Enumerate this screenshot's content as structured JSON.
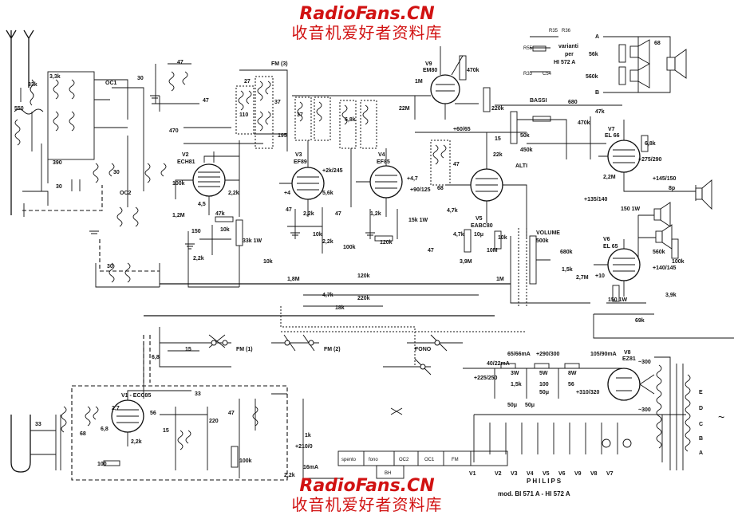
{
  "watermark": {
    "brand": "RadioFans.CN",
    "cn": "收音机爱好者资料库",
    "color": "#d11212"
  },
  "tubes": {
    "v1": "V1 - ECC85",
    "v2": "V2",
    "v2_type": "ECH81",
    "v3": "V3",
    "v3_type": "EF89",
    "v4": "V4",
    "v4_type": "EF85",
    "v5": "V5",
    "v5_type": "EABC80",
    "v6": "V6",
    "v6_type": "EL 65",
    "v7": "V7",
    "v7_type": "EL 66",
    "v8": "V8",
    "v8_type": "EZ81",
    "v9": "V9",
    "v9_type": "EM80"
  },
  "coils": {
    "oc1": "OC1",
    "oc2": "OC2",
    "fm3": "FM (3)",
    "fm1": "FM (1)",
    "fm2": "FM (2)",
    "fono": "FONO"
  },
  "controls": {
    "bassi": "BASSI",
    "alti": "ALTI",
    "volume": "VOLUME",
    "varianti": "varianti",
    "per": "per",
    "hi572a": "HI 572 A"
  },
  "switch_table": [
    "spento",
    "fono",
    "OC2",
    "OC1",
    "FM"
  ],
  "switch_table_bottom": "BH",
  "ps_labels": {
    "a": "65/66mA",
    "b": "+290/300",
    "c": "105/90mA",
    "d": "40/22mA",
    "e": "+225/250",
    "f": "+310/320",
    "g": "3W",
    "h": "50μ",
    "i": "5W",
    "j": "8W",
    "k": "50μ",
    "l": "50μ",
    "m": "~300",
    "n": "~300"
  },
  "transformer_taps": [
    "E",
    "D",
    "C",
    "B",
    "A"
  ],
  "heater_labels": [
    "V1",
    "V2",
    "V3",
    "V4",
    "V5",
    "V6",
    "V9",
    "V8",
    "V7"
  ],
  "philips": {
    "brand": "PHILIPS",
    "model": "mod. BI 571 A  -  HI 572 A"
  },
  "speaker_terms": [
    "A",
    "B"
  ],
  "values": {
    "r_33k": "33k",
    "r_3_3k": "3,3k",
    "c_550": "550",
    "c_390": "390",
    "c_30a": "30",
    "c_30b": "30",
    "c_47": "47",
    "c_470": "470",
    "r_100k": "100k",
    "c_22": "22",
    "c_30c": "30",
    "c_30d": "30",
    "r_1_2m": "1,2M",
    "r_47k": "47k",
    "r_4_5": "4,5",
    "c_150": "150",
    "r_10k": "10k",
    "c_2_2k": "2,2k",
    "r_33k1w": "33k 1W",
    "r_2_2k": "2,2k",
    "r_47k2": "47k",
    "r_10k2": "10k",
    "c_195": "195",
    "c_27": "27",
    "c_110": "110",
    "c_37": "37",
    "r_1m": "1M",
    "r_22m": "22M",
    "r_220k": "220k",
    "c_37b": "37",
    "c_195b": "195",
    "r_6_8k": "6,8k",
    "r_2k": "+2k/245",
    "c_90": "+90/125",
    "r_4_7": "+4,7",
    "r_5_6k": "5,6k",
    "r_1_2k": "1,2k",
    "r_15k": "15k 1W",
    "r_120k": "120k",
    "r_100kb": "100k",
    "r_220kb": "220k",
    "r_1_8m": "1,8M",
    "c_4_7k": "4,7k",
    "c_18k": "18k",
    "r_1m2": "1M",
    "c_47p": "47",
    "r_470k": "470k",
    "c_33": "33",
    "r_3_9m": "3,9M",
    "c_4_7kb": "4,7k",
    "c_10": "10μ",
    "r_10m": "10M",
    "r_15": "15",
    "r_60": "+60/65",
    "c_22k": "22k",
    "r_50k": "50k",
    "r_450k": "450k",
    "r_680": "680",
    "r_47kc": "47k",
    "r_6_8kb": "6,8k",
    "r_2_2m": "2,2M",
    "r_275": "+275/290",
    "r_145": "+145/150",
    "c_8p": "8p",
    "r_135": "+135/140",
    "r_150": "150 1W",
    "r_560k": "560k",
    "r_100kc": "100k",
    "r_140": "+140/145",
    "r_3_9k": "3,9k",
    "r_69k": "69k",
    "r_150b": "150 1W",
    "r_10": "+10",
    "r_2_7m": "2,7M",
    "r_1_5k": "1,5k",
    "r_500k": "500k",
    "r_680k": "680k",
    "r_1mb": "1M",
    "r_100": "100",
    "r_10kb": "10k",
    "c_2_2kb": "2,2k",
    "r_210": "+210/0",
    "r_16ma": "16mA",
    "c_15": "15",
    "c_6_8": "6,8",
    "c_220": "220",
    "r_56": "56",
    "c_33b": "33",
    "c_68": "68",
    "c_2_7": "2,7",
    "c_15b": "15",
    "r_1k": "1k",
    "c_100": "100",
    "r_100kd": "100k",
    "r_470kc": "470k",
    "c_56k": "56k",
    "r_560kb": "560k",
    "r_4": "+4",
    "r_36": "R36",
    "r_35": "R35",
    "r_55": "R55",
    "r_33": "R33",
    "c_54": "C54"
  }
}
